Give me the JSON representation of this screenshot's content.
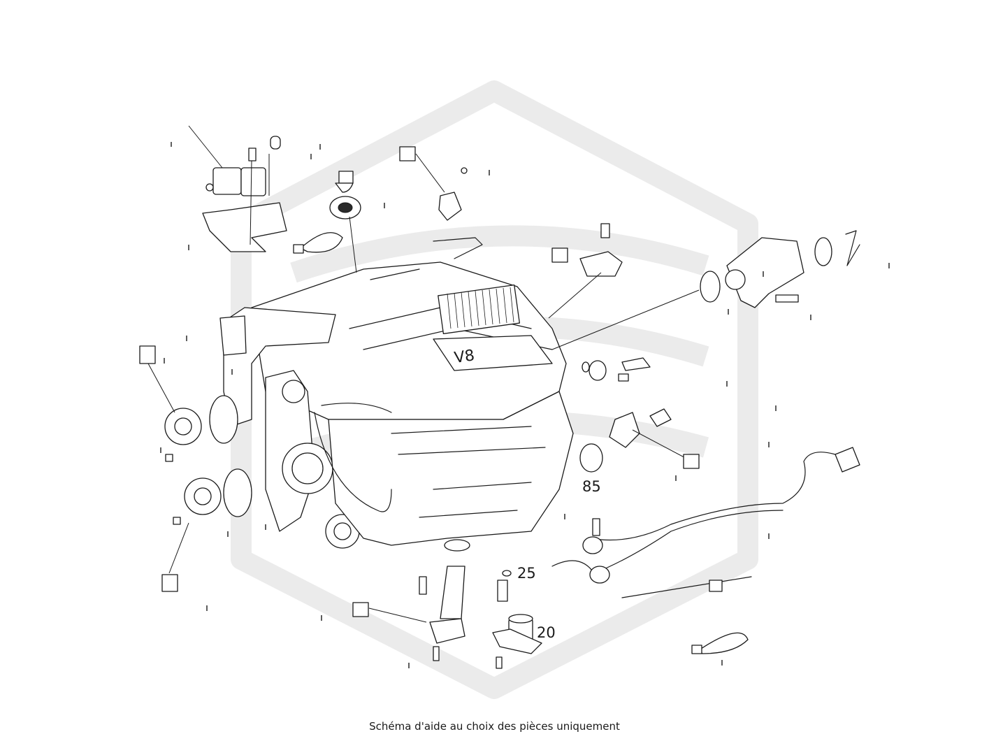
{
  "diagram": {
    "callouts": {
      "part_85": "85",
      "part_25": "25",
      "part_20": "20"
    },
    "caption": "Schéma d'aide au choix des pièces uniquement"
  },
  "watermark": {
    "color": "#e8e8e8"
  },
  "colors": {
    "line": "#1a1a1a",
    "background": "#ffffff"
  }
}
